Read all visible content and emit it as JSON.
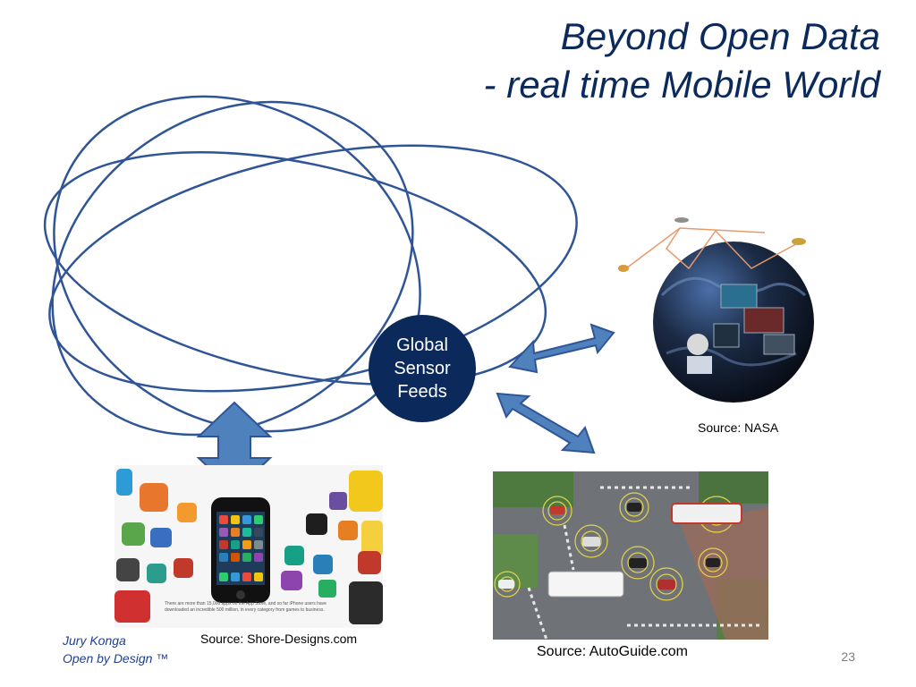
{
  "title": {
    "line1": "Beyond Open Data",
    "line2": "- real time Mobile World"
  },
  "hub": {
    "line1": "Global",
    "line2": "Sensor",
    "line3": "Feeds"
  },
  "sources": {
    "nasa": "Source: NASA",
    "shore": "Source:  Shore-Designs.com",
    "autoguide": "Source:  AutoGuide.com"
  },
  "phone_image_caption": "There are more than 15,000 apps on the App Store, and so far iPhone users have downloaded an incredible 500 million, in every category from games to business.",
  "footer": {
    "author": "Jury Konga",
    "tagline": "Open by Design ™"
  },
  "page_number": "23",
  "colors": {
    "title": "#0b2a5b",
    "hub": "#0b2a5b",
    "orbit": "#2f5597",
    "arrow_fill": "#4f81bd",
    "arrow_stroke": "#2f5597"
  }
}
